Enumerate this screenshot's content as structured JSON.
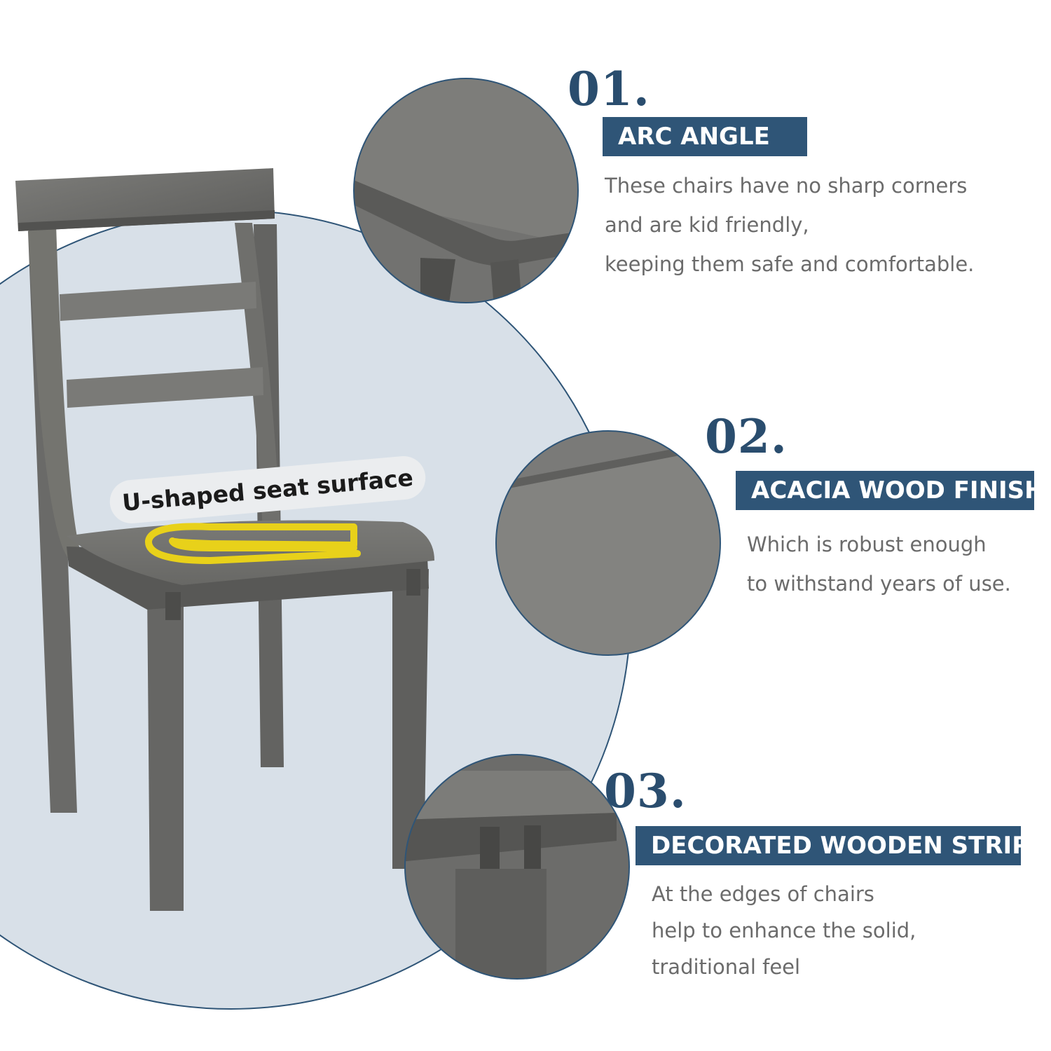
{
  "seat_label": "U-shaped seat surface",
  "features": [
    {
      "number": "01.",
      "title": "ARC ANGLE",
      "lines": [
        "These chairs have no sharp corners",
        "and are kid friendly,",
        "keeping them safe and comfortable."
      ]
    },
    {
      "number": "02.",
      "title": "ACACIA WOOD FINISH",
      "lines": [
        "Which is robust enough",
        "to withstand years of use."
      ]
    },
    {
      "number": "03.",
      "title": "DECORATED WOODEN STRIPS",
      "lines": [
        "At the edges of  chairs",
        "help to enhance the solid,",
        "traditional feel"
      ]
    }
  ],
  "colors": {
    "accent": "#2f5577",
    "number": "#2a4d6e",
    "backdrop": "#d8e0e8",
    "wood": "#6d6d6b",
    "u_outline": "#e8d11a"
  }
}
